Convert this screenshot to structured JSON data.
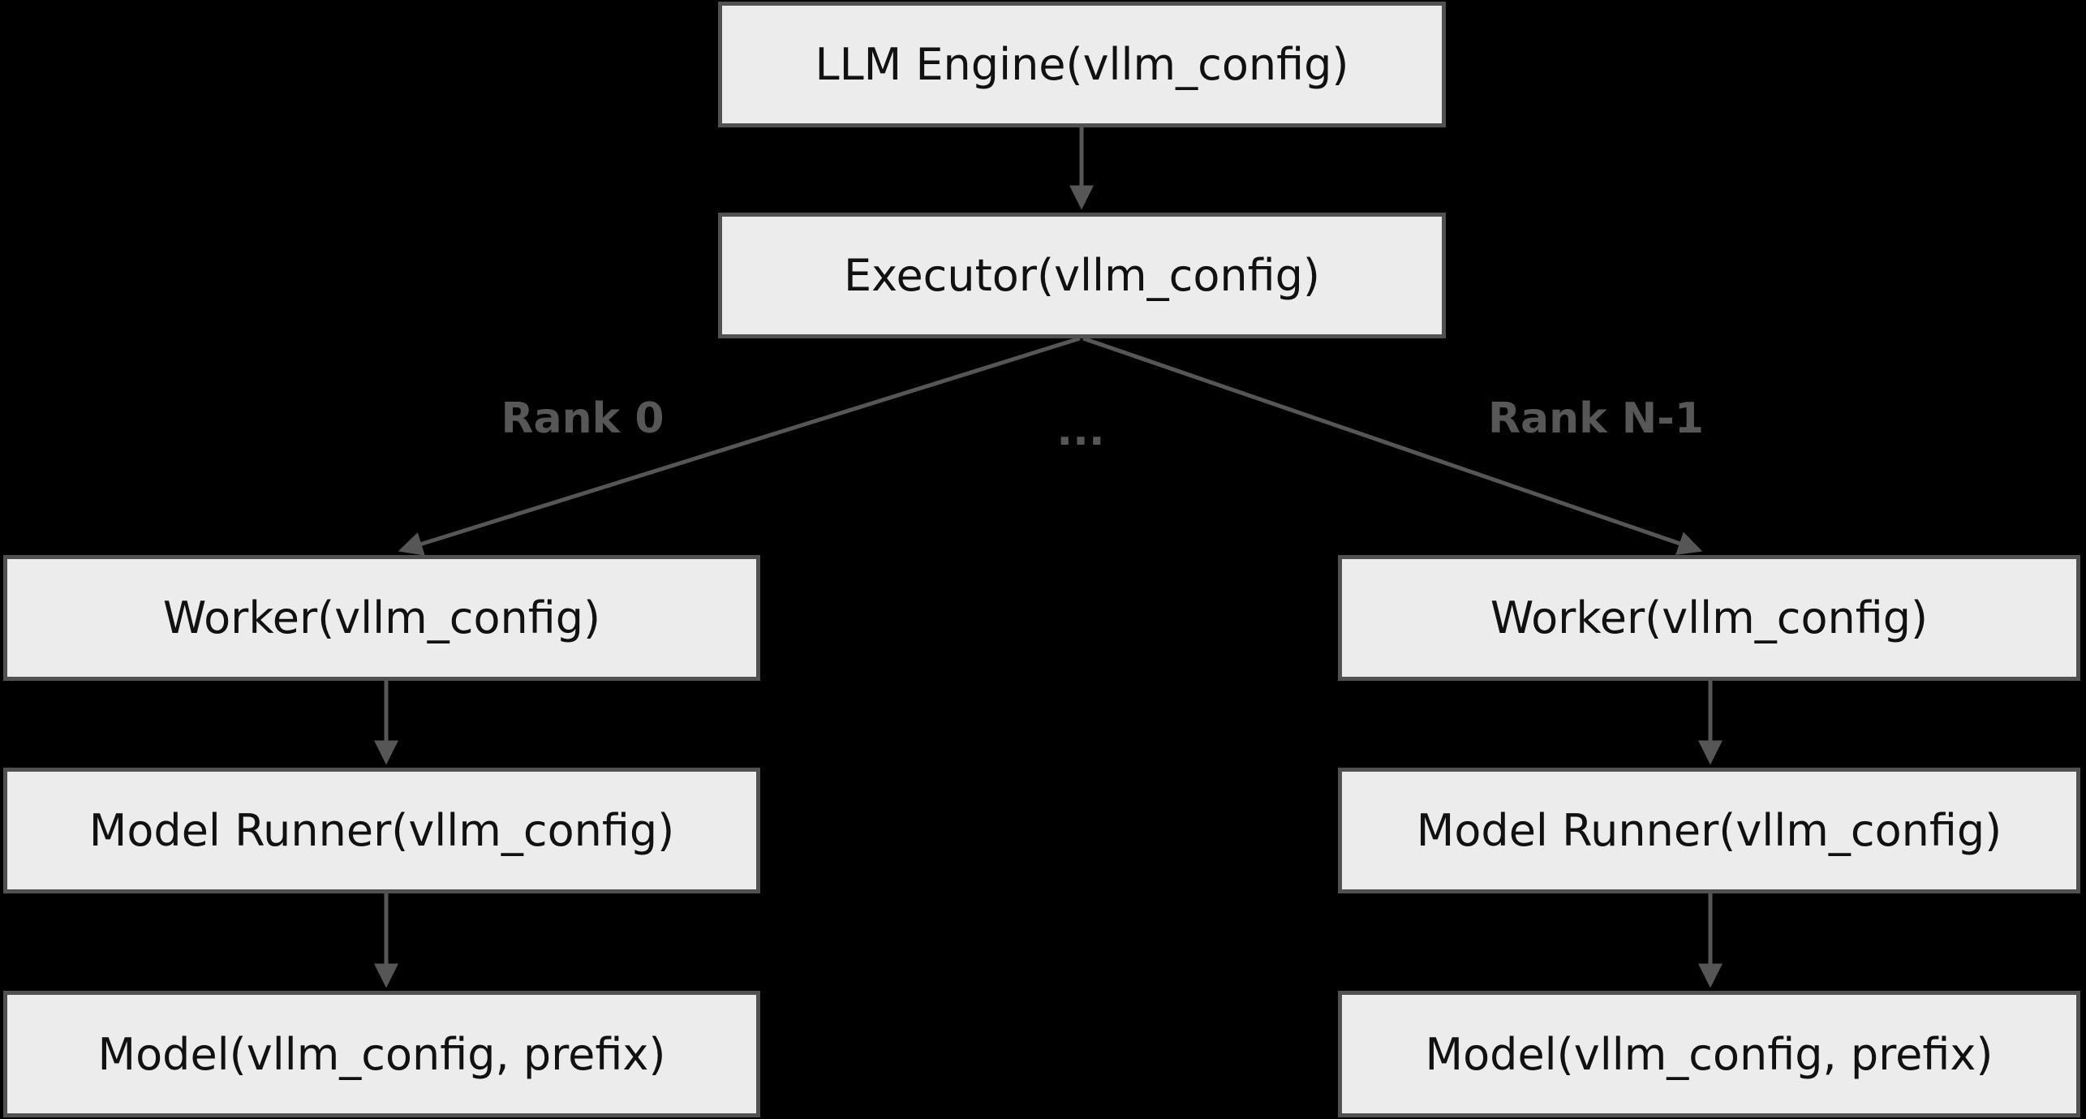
{
  "diagram": {
    "colors": {
      "background": "#000000",
      "node_fill": "#ececec",
      "node_border": "#515151",
      "node_text": "#111111",
      "edge_color": "#565656",
      "edge_label_color": "#575757"
    },
    "nodes": {
      "llm_engine": {
        "label": "LLM Engine(vllm_config)"
      },
      "executor": {
        "label": "Executor(vllm_config)"
      },
      "worker_rank0": {
        "label": "Worker(vllm_config)"
      },
      "worker_rank_n1": {
        "label": "Worker(vllm_config)"
      },
      "model_runner_rank0": {
        "label": "Model Runner(vllm_config)"
      },
      "model_runner_rank_n1": {
        "label": "Model Runner(vllm_config)"
      },
      "model_rank0": {
        "label": "Model(vllm_config, prefix)"
      },
      "model_rank_n1": {
        "label": "Model(vllm_config, prefix)"
      }
    },
    "edge_labels": {
      "rank0": "Rank 0",
      "ellipsis": "...",
      "rank_n1": "Rank N-1"
    },
    "edges": [
      {
        "from": "llm_engine",
        "to": "executor",
        "label": ""
      },
      {
        "from": "executor",
        "to": "worker_rank0",
        "label": "Rank 0"
      },
      {
        "from": "executor",
        "to": "worker_rank_n1",
        "label": "Rank N-1"
      },
      {
        "from": "worker_rank0",
        "to": "model_runner_rank0",
        "label": ""
      },
      {
        "from": "worker_rank_n1",
        "to": "model_runner_rank_n1",
        "label": ""
      },
      {
        "from": "model_runner_rank0",
        "to": "model_rank0",
        "label": ""
      },
      {
        "from": "model_runner_rank_n1",
        "to": "model_rank_n1",
        "label": ""
      }
    ]
  }
}
